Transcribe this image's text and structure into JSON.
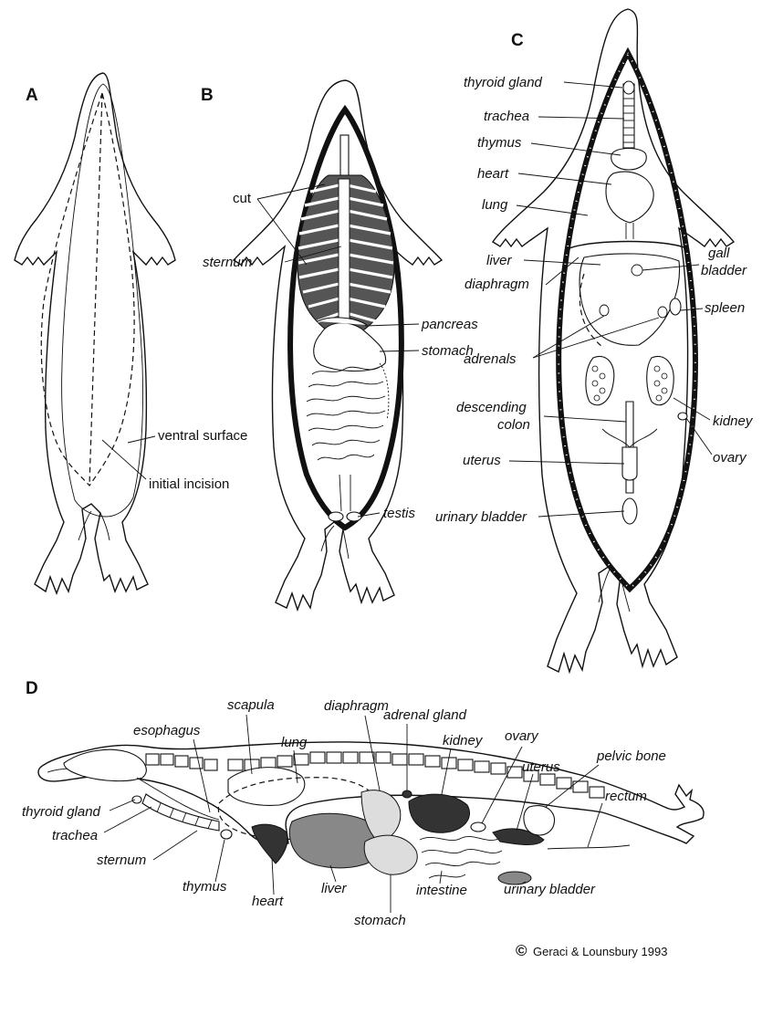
{
  "panels": {
    "a": {
      "letter": "A",
      "labels": [
        "ventral surface",
        "initial incision"
      ]
    },
    "b": {
      "letter": "B",
      "labels": [
        "cut",
        "sternum",
        "pancreas",
        "stomach",
        "testis"
      ]
    },
    "c": {
      "letter": "C",
      "labels": [
        "thyroid gland",
        "trachea",
        "thymus",
        "heart",
        "lung",
        "liver",
        "diaphragm",
        "gall",
        "bladder",
        "spleen",
        "adrenals",
        "descending",
        "colon",
        "kidney",
        "ovary",
        "uterus",
        "urinary bladder"
      ]
    },
    "d": {
      "letter": "D",
      "labels": [
        "esophagus",
        "scapula",
        "lung",
        "diaphragm",
        "adrenal gland",
        "kidney",
        "ovary",
        "uterus",
        "pelvic bone",
        "rectum",
        "thyroid gland",
        "trachea",
        "sternum",
        "thymus",
        "heart",
        "liver",
        "stomach",
        "intestine",
        "urinary bladder"
      ]
    }
  },
  "credit": {
    "symbol": "©",
    "text": "Geraci & Lounsbury 1993"
  },
  "colors": {
    "line": "#111111",
    "background": "#ffffff"
  }
}
